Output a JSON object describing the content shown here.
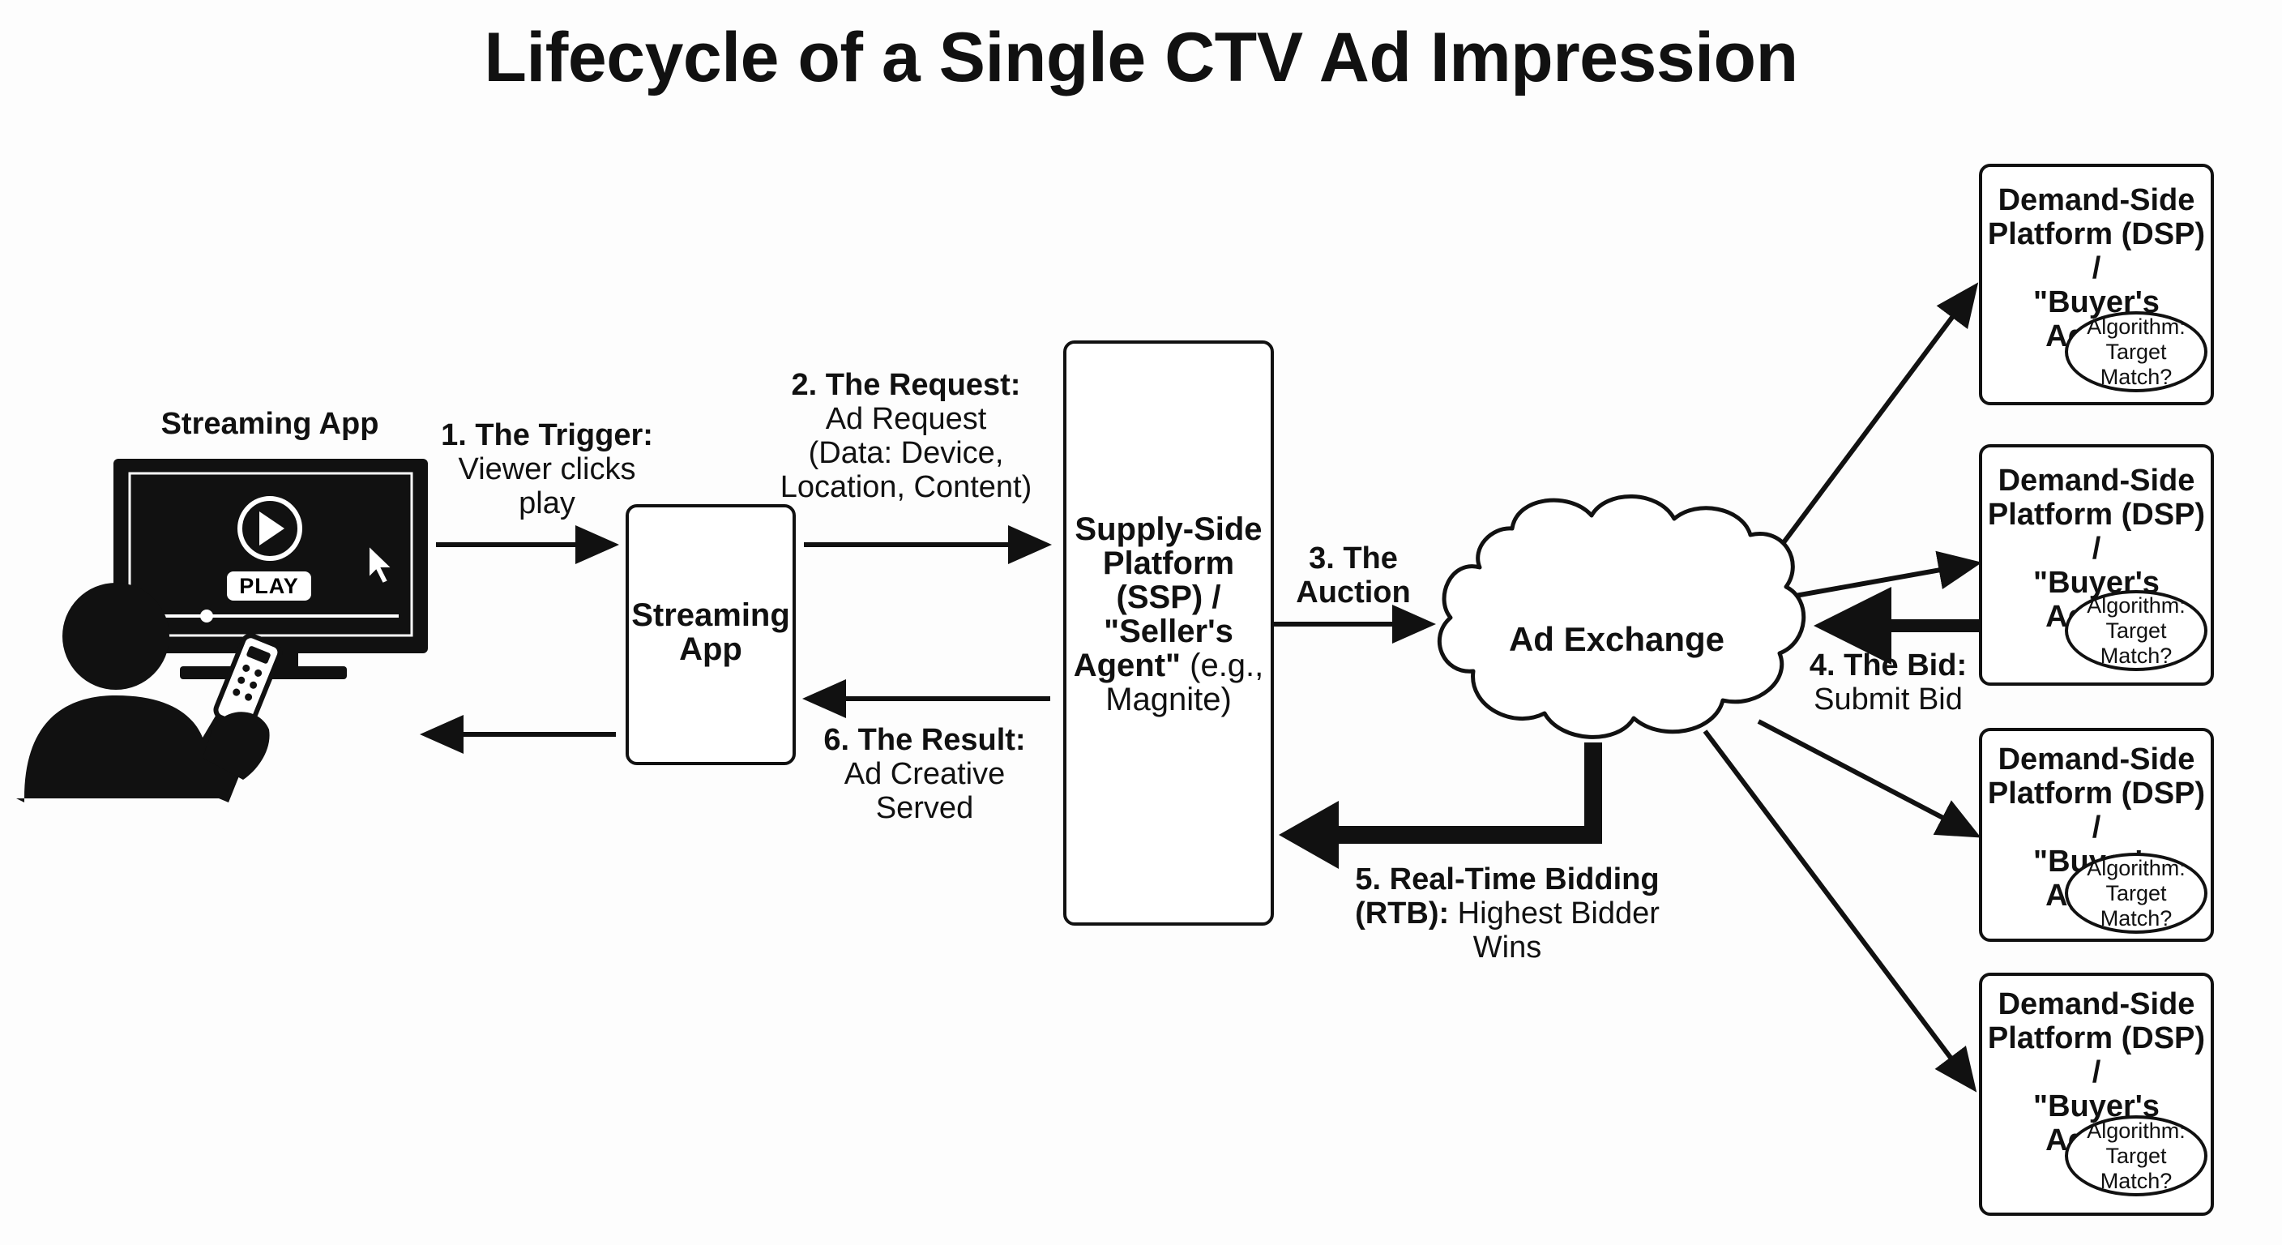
{
  "title": "Lifecycle of a Single CTV Ad Impression",
  "viewer": {
    "tv_label": "Streaming App",
    "play_label": "PLAY"
  },
  "steps": {
    "trigger": {
      "heading": "1. The Trigger:",
      "line1": "Viewer clicks",
      "line2": "play"
    },
    "request": {
      "heading": "2. The Request:",
      "line1": "Ad Request",
      "line2": "(Data: Device,",
      "line3": "Location, Content)"
    },
    "auction": {
      "line1": "3. The",
      "line2": "Auction"
    },
    "bid": {
      "heading": "4. The Bid:",
      "line1": "Submit Bid"
    },
    "rtb": {
      "heading": "5. Real-Time Bidding",
      "heading2": "(RTB):",
      "line1": " Highest Bidder",
      "line2": "Wins"
    },
    "result": {
      "heading": "6. The Result:",
      "line1": "Ad Creative",
      "line2": "Served"
    }
  },
  "streaming_app_box": {
    "line1": "Streaming",
    "line2": "App"
  },
  "ssp_box": {
    "line1": "Supply-Side",
    "line2": "Platform",
    "line3": "(SSP) /",
    "line4": "\"Seller's",
    "line5_bold": "Agent\"",
    "line5_rest": " (e.g.,",
    "line6": "Magnite)"
  },
  "ad_exchange": {
    "label": "Ad Exchange"
  },
  "dsps": [
    {
      "line1": "Demand-Side",
      "line2": "Platform (DSP) /",
      "line3": "\"Buyer's Agent\"",
      "algo1": "Algorithm:",
      "algo2": "Target Match?"
    },
    {
      "line1": "Demand-Side",
      "line2": "Platform (DSP) /",
      "line3": "\"Buyer's Agent\"",
      "algo1": "Algorithm:",
      "algo2": "Target Match?"
    },
    {
      "line1": "Demand-Side",
      "line2": "Platform (DSP) /",
      "line3": "\"Buyer's Agent\"",
      "algo1": "Algorithm:",
      "algo2": "Target Match?"
    },
    {
      "line1": "Demand-Side",
      "line2": "Platform (DSP) /",
      "line3": "\"Buyer's Agent\"",
      "algo1": "Algorithm:",
      "algo2": "Target Match?"
    }
  ],
  "colors": {
    "ink": "#111111",
    "background": "#fdfdfd"
  }
}
